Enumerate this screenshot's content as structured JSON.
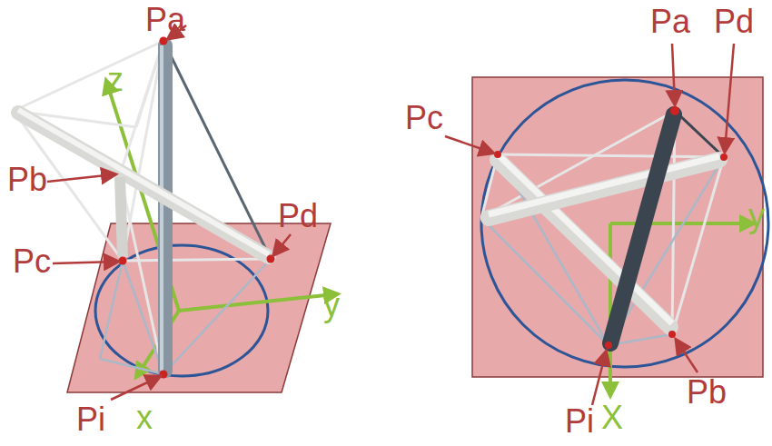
{
  "diagram": {
    "labels": [
      "Pa",
      "z",
      "Pb",
      "Pd",
      "Pc",
      "y",
      "Pi",
      "x",
      "Pa",
      "Pd",
      "Pc",
      "y",
      "Pi",
      "X",
      "Pb"
    ]
  }
}
